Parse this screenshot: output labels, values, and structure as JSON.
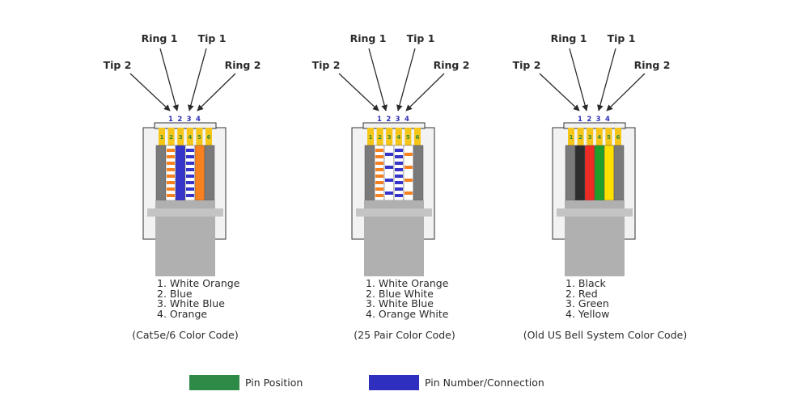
{
  "labels": {
    "tip2": "Tip 2",
    "ring1": "Ring 1",
    "tip1": "Tip 1",
    "ring2": "Ring 2",
    "pin_numbers": [
      "1",
      "2",
      "3",
      "4"
    ],
    "pin_positions": [
      "1",
      "2",
      "3",
      "4",
      "5",
      "6"
    ]
  },
  "colors": {
    "gold": "#f5c518",
    "gray": "#7a7a7a",
    "orange": "#f7801f",
    "blue": "#3535c9",
    "white": "#ffffff",
    "black": "#2d2d2d",
    "red": "#ee2a24",
    "green": "#1f9e2a",
    "yellow": "#fde000",
    "pin_position_swatch": "#2e8b47",
    "pin_number_swatch": "#2f2fbf"
  },
  "connectors": [
    {
      "name": "cat5e",
      "wires": [
        {
          "type": "solid",
          "color": "gray"
        },
        {
          "type": "stripe",
          "base": "white",
          "stripe": "orange"
        },
        {
          "type": "solid",
          "color": "blue"
        },
        {
          "type": "stripe",
          "base": "white",
          "stripe": "blue"
        },
        {
          "type": "solid",
          "color": "orange"
        },
        {
          "type": "solid",
          "color": "gray"
        }
      ],
      "list": [
        "1. White Orange",
        "2. Blue",
        "3. White Blue",
        "4. Orange"
      ],
      "caption": "(Cat5e/6 Color Code)"
    },
    {
      "name": "25pair",
      "wires": [
        {
          "type": "solid",
          "color": "gray"
        },
        {
          "type": "stripe",
          "base": "white",
          "stripe": "orange"
        },
        {
          "type": "sparse",
          "base": "white",
          "stripe": "blue"
        },
        {
          "type": "stripe",
          "base": "white",
          "stripe": "blue"
        },
        {
          "type": "sparse",
          "base": "white",
          "stripe": "orange"
        },
        {
          "type": "solid",
          "color": "gray"
        }
      ],
      "list": [
        "1. White Orange",
        "2. Blue White",
        "3. White Blue",
        "4. Orange White"
      ],
      "caption": "(25 Pair Color Code)"
    },
    {
      "name": "bell",
      "wires": [
        {
          "type": "solid",
          "color": "gray"
        },
        {
          "type": "solid",
          "color": "black"
        },
        {
          "type": "solid",
          "color": "red"
        },
        {
          "type": "solid",
          "color": "green"
        },
        {
          "type": "solid",
          "color": "yellow"
        },
        {
          "type": "solid",
          "color": "gray"
        }
      ],
      "list": [
        "1. Black",
        "2. Red",
        "3. Green",
        "4. Yellow"
      ],
      "caption": "(Old US Bell System Color Code)"
    }
  ],
  "legend": [
    {
      "label": "Pin Position",
      "color": "pin_position_swatch"
    },
    {
      "label": "Pin Number/Connection",
      "color": "pin_number_swatch"
    }
  ]
}
